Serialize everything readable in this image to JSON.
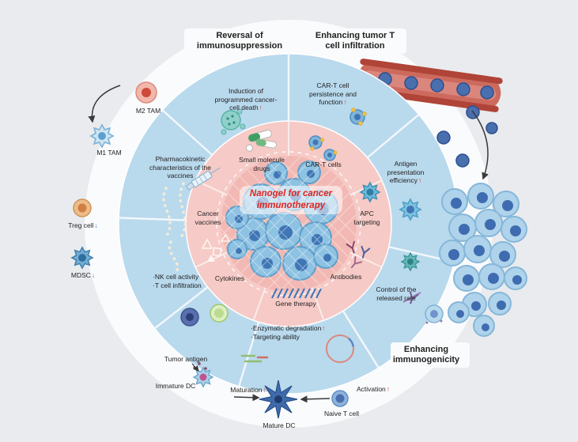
{
  "colors": {
    "page-bg": "#e9ebee",
    "outer-circle": "#fafbfc",
    "blue-ring": "#b9d9ed",
    "pink-ring": "#f6cac6",
    "center-circle": "#f2b9b4",
    "title-red": "#e0231f",
    "arrow-up": "#e03c31",
    "arrow-down": "#2f6fb3",
    "text": "#1f1f1f",
    "vessel-red": "#cd6a5e"
  },
  "glyphs": {
    "up": "↑",
    "down": "↓",
    "bullet": "·"
  },
  "center": {
    "title": "Nanogel for cancer immunotherapy"
  },
  "headers": {
    "reversal": "Reversal of immunosuppression",
    "infiltration": "Enhancing tumor T cell infiltration",
    "immunogenicity": "Enhancing immunogenicity"
  },
  "outer_ring": {
    "induction": "Induction of programmed cancer-cell death",
    "cart_persistence": "CAR-T cell persistence and function",
    "pharmacokinetics": "Pharmacokinetic characteristics of the vaccines",
    "antigen_presentation": "Antigen presentation efficiency",
    "nk_activity": "NK cell activity",
    "t_infiltration": "T cell infiltration",
    "release_control": "Control of the released rate",
    "enzymatic": "Enzymatic degradation",
    "targeting": "Targeting ability"
  },
  "inner_ring": {
    "small_molecule": "Small molecule drugs",
    "cart_cells": "CAR-T cells",
    "cancer_vaccines": "Cancer vaccines",
    "apc_targeting": "APC targeting",
    "cytokines": "Cytokines",
    "antibodies": "Antibodies",
    "gene_therapy": "Gene therapy"
  },
  "cells": {
    "m2_tam": "M2 TAM",
    "m1_tam": "M1 TAM",
    "treg": "Treg cell",
    "mdsc": "MDSC",
    "tumor_antigen": "Tumor antigen",
    "immature_dc": "Immature DC",
    "maturation": "Maturation",
    "mature_dc": "Mature DC",
    "naive_t": "Naive T cell",
    "activation": "Activation"
  }
}
